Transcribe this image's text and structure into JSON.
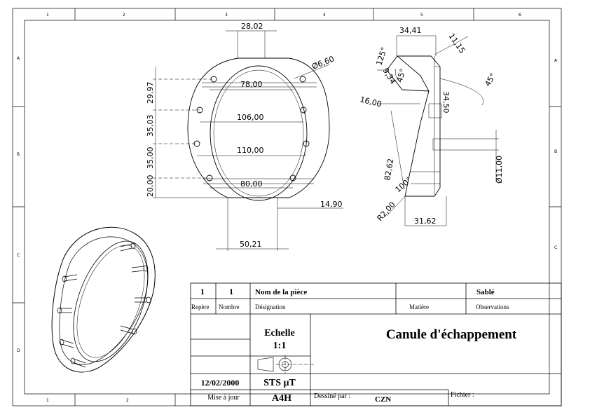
{
  "zones": {
    "top": [
      "1",
      "2",
      "3",
      "4",
      "5",
      "6"
    ],
    "bottom": [
      "1",
      "2"
    ],
    "left": [
      "A",
      "B",
      "C",
      "D"
    ],
    "right": [
      "A",
      "B",
      "C"
    ]
  },
  "dimensions": {
    "front_view": [
      "28,02",
      "Ø6,60",
      "78,00",
      "106,00",
      "110,00",
      "80,00",
      "29,97",
      "35,03",
      "35,00",
      "20,00",
      "14,90",
      "50,21"
    ],
    "side_view": [
      "34,41",
      "11,15",
      "125°",
      "45°",
      "45°",
      "9,34",
      "16,00",
      "34,50",
      "82,62",
      "100°",
      "R2,00",
      "31,62",
      "Ø11,00"
    ]
  },
  "title_block": {
    "row1": {
      "qty1": "1",
      "qty2": "1",
      "part_label": "Nom de la pièce",
      "finish": "Sablé"
    },
    "row2": {
      "repere": "Repère",
      "nombre": "Nombre",
      "designation": "Désignation",
      "matiere": "Matière",
      "observations": "Observations"
    },
    "scale_label": "Echelle",
    "scale_value": "1:1",
    "part_title": "Canule d'échappement",
    "date": "12/02/2000",
    "organization": "STS µT",
    "mise_a_jour": "Mise à jour",
    "format": "A4H",
    "dessine_par": "Dessiné par :",
    "author": "CZN",
    "fichier": "Fichier :"
  }
}
